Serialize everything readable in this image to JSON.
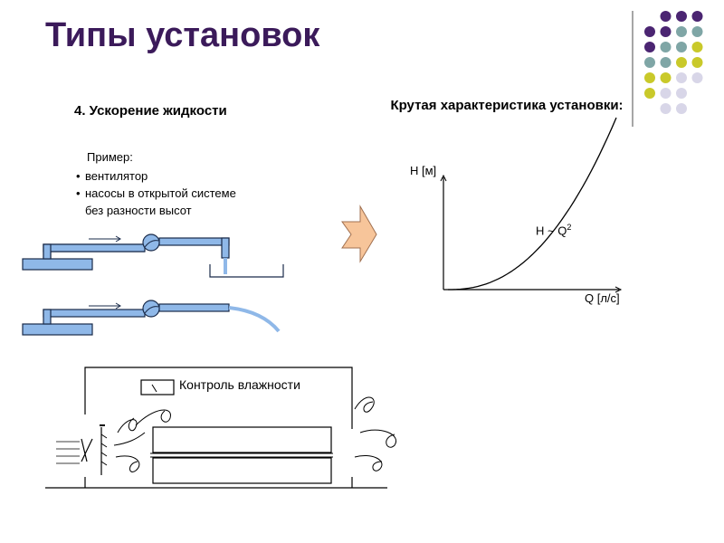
{
  "slide": {
    "title": "Типы установок",
    "section_heading": "4. Ускорение жидкости",
    "example": {
      "label": "Пример:",
      "items": [
        "вентилятор",
        "насосы в открытой системе"
      ],
      "continuation": "без разности высот"
    },
    "humidity_label": "Контроль влажности"
  },
  "chart_data": {
    "type": "line",
    "title": "Крутая характеристика установки:",
    "xlabel": "Q [л/с]",
    "ylabel": "H [м]",
    "annotation": "H ~ Q",
    "annotation_sup": "2",
    "relation": "quadratic",
    "color": "#000000"
  },
  "colors": {
    "title": "#3b1a5a",
    "pipe_fill": "#8fb8e8",
    "pipe_stroke": "#1a2b4a",
    "arrow_fill": "#f7c59a",
    "dot_purple": "#4b2572",
    "dot_teal": "#7fa6a6",
    "dot_yellow": "#c9c92a",
    "dot_lavender": "#d8d6e8"
  }
}
